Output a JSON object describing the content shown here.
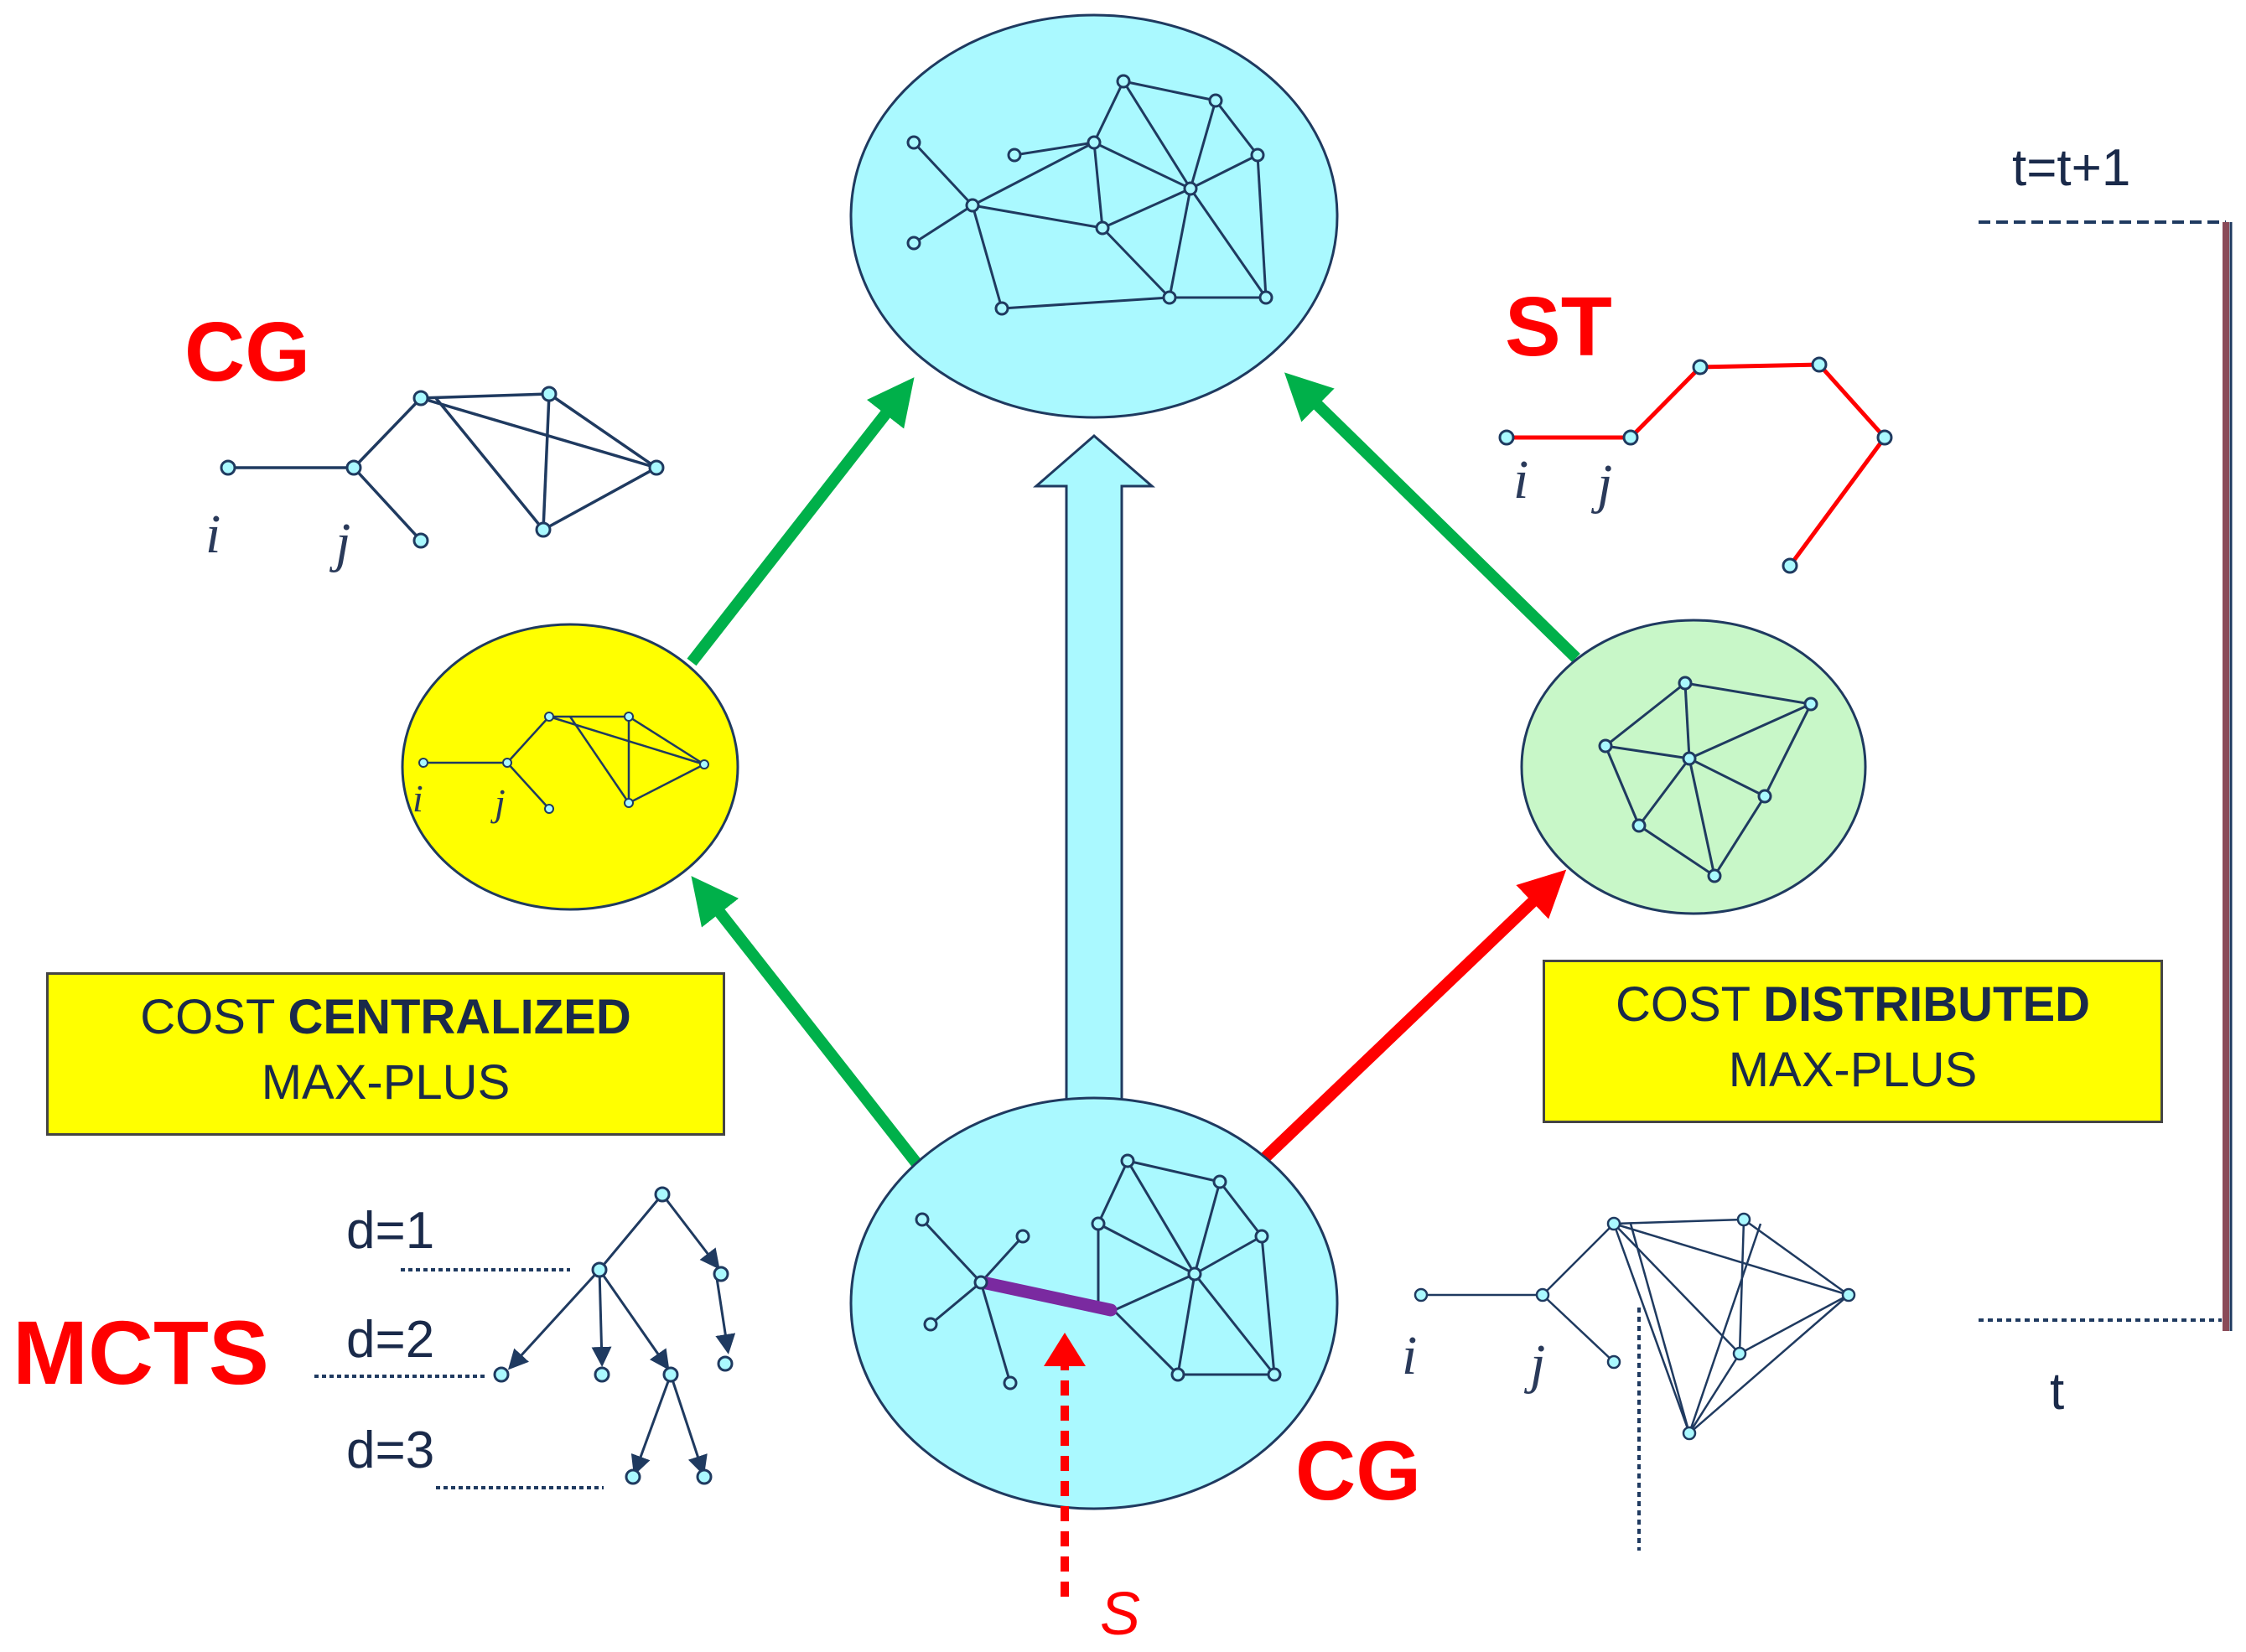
{
  "labels": {
    "cg_top_left": "CG",
    "st_top_right": "ST",
    "cg_bottom": "CG",
    "mcts": "MCTS",
    "s_label": "S",
    "t_next": "t=t+1",
    "t_now": "t",
    "i": "i",
    "j": "j",
    "d1": "d=1",
    "d2": "d=2",
    "d3": "d=3"
  },
  "cost_centralized": {
    "word1": "COST",
    "word2": "CENTRALIZED",
    "line2": "MAX-PLUS"
  },
  "cost_distributed": {
    "word1": "COST",
    "word2": "DISTRIBUTED",
    "line2": "MAX-PLUS"
  },
  "colors": {
    "ellipse_cyan": "#aaf9ff",
    "ellipse_yellow": "#ffff00",
    "ellipse_green": "#c8f7c8",
    "arrow_green": "#00b04a",
    "arrow_red": "#ff0000",
    "edge_navy": "#1f3a60",
    "edge_red": "#ff0000",
    "edge_purple": "#7a2aa0"
  }
}
